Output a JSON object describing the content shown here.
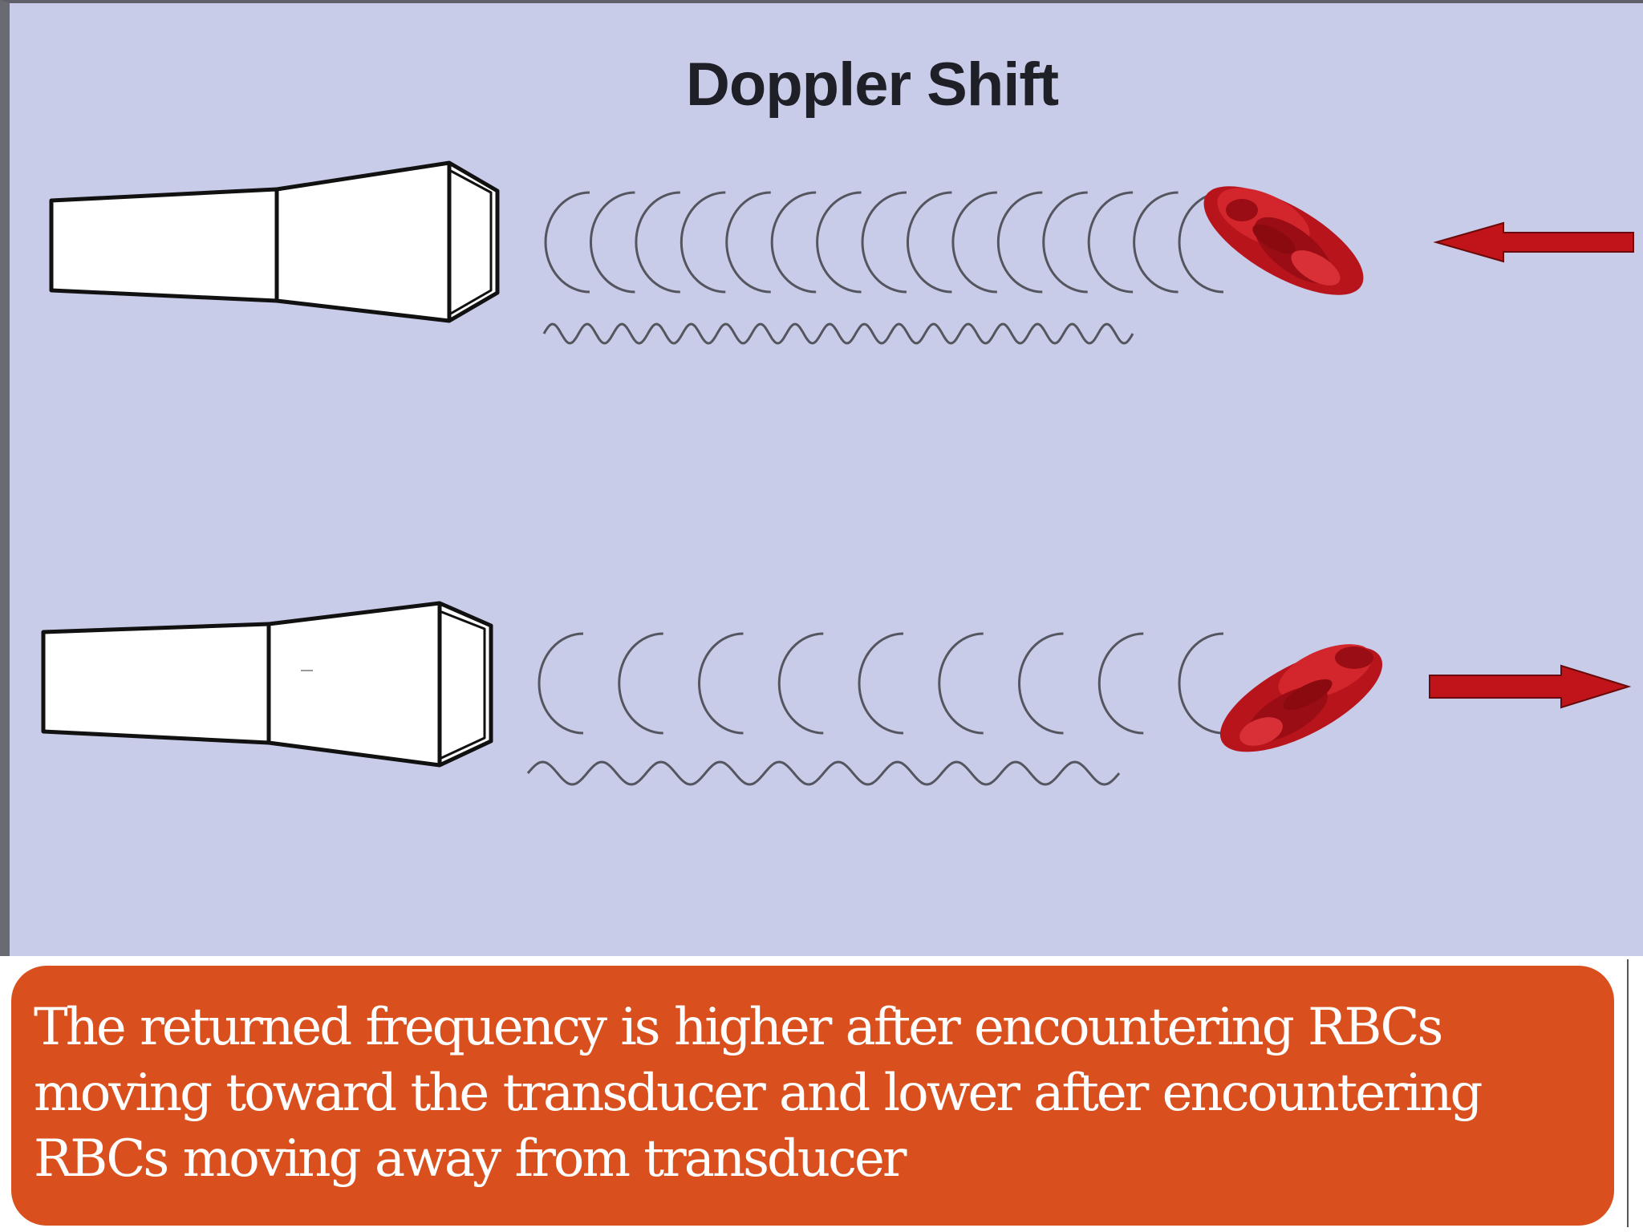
{
  "title": "Doppler Shift",
  "caption": "The returned frequency is higher after encountering RBCs moving toward the transducer and lower after encountering RBCs moving away from transducer",
  "colors": {
    "panel_background": "#c9cce9",
    "caption_background": "#d9501e",
    "rbc_red": "#b8141c",
    "arrow_red": "#c0141a",
    "wave_line": "#55555f"
  },
  "rows": [
    {
      "id": "toward",
      "arrow_direction": "left",
      "wavefront_count": 15,
      "wave_cycles": 17
    },
    {
      "id": "away",
      "arrow_direction": "right",
      "wavefront_count": 9,
      "wave_cycles": 10
    }
  ]
}
